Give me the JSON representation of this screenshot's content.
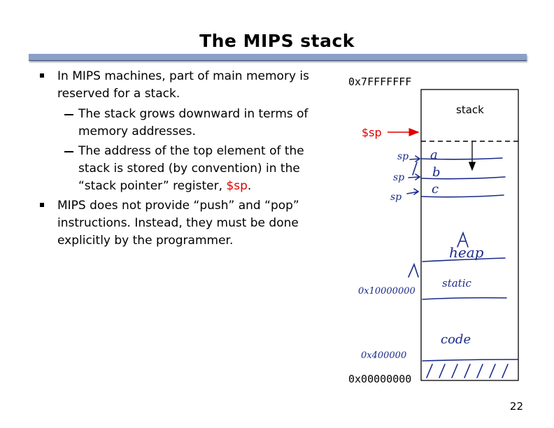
{
  "slide": {
    "title": "The MIPS stack",
    "page_number": "22"
  },
  "bullets": [
    {
      "level": 1,
      "lines": [
        "In MIPS machines, part of main memory is",
        "reserved for a stack."
      ],
      "sub": [
        {
          "lines": [
            "The stack grows downward in terms of",
            "memory addresses."
          ]
        },
        {
          "lines_pre": [
            "The address of the top element of the",
            "stack is stored (by convention) in the"
          ],
          "last_before": "“stack pointer” register, ",
          "last_highlight": "$sp",
          "last_after": "."
        }
      ]
    },
    {
      "level": 1,
      "lines": [
        "MIPS does not provide “push” and “pop”",
        "instructions. Instead, they must be done",
        "explicitly by the programmer."
      ]
    }
  ],
  "diagram": {
    "top_address": "0x7FFFFFFF",
    "bottom_address": "0x00000000",
    "stack_label": "stack",
    "sp_label": "$sp",
    "annotations": {
      "sp_marks": [
        "sp",
        "sp",
        "sp"
      ],
      "stack_items": [
        "a",
        "b",
        "c"
      ],
      "heap_label": "heap",
      "static_label": "static",
      "code_label": "code",
      "static_address": "0x10000000",
      "code_address": "0x400000"
    }
  },
  "colors": {
    "accent_red": "#e00000",
    "title_bar": "#8aa0c8",
    "ink_blue": "#1a2a8a"
  }
}
